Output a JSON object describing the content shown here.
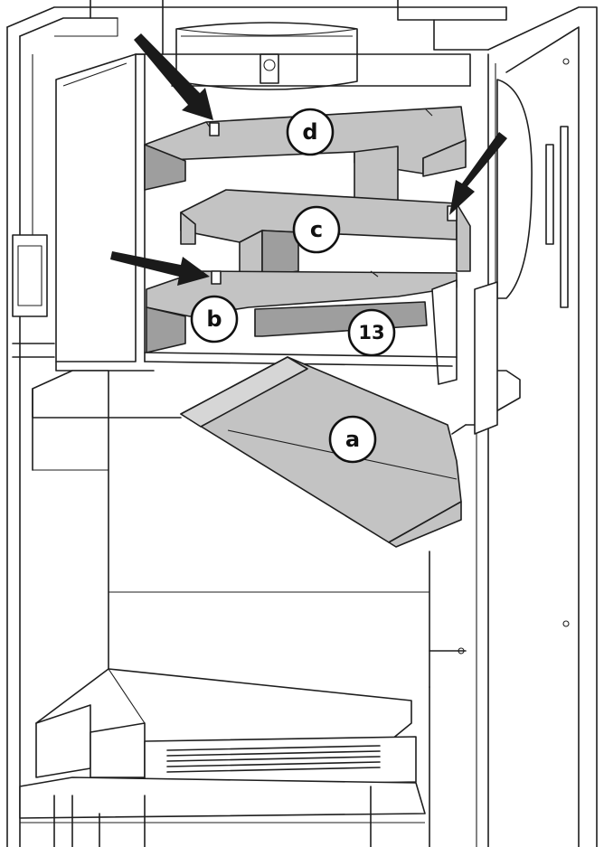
{
  "callouts": [
    {
      "id": "d",
      "label": "d"
    },
    {
      "id": "c",
      "label": "c"
    },
    {
      "id": "b",
      "label": "b"
    },
    {
      "id": "13",
      "label": "13"
    },
    {
      "id": "a",
      "label": "a"
    }
  ],
  "colors": {
    "plate": "#c3c3c3",
    "plate_dark": "#9e9e9e",
    "outline": "#1e1e1e",
    "arrow": "#1a1a1a"
  }
}
